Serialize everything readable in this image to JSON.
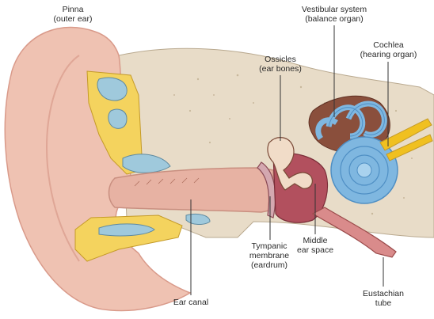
{
  "labels": {
    "pinna": {
      "line1": "Pinna",
      "line2": "(outer ear)"
    },
    "vestibular": {
      "line1": "Vestibular system",
      "line2": "(balance organ)"
    },
    "cochlea": {
      "line1": "Cochlea",
      "line2": "(hearing organ)"
    },
    "ossicles": {
      "line1": "Ossicles",
      "line2": "(ear bones)"
    },
    "middle_ear": {
      "line1": "Middle",
      "line2": "ear space"
    },
    "tympanic": {
      "line1": "Tympanic",
      "line2": "membrane",
      "line3": "(eardrum)"
    },
    "ear_canal": {
      "line1": "Ear canal"
    },
    "eustachian": {
      "line1": "Eustachian",
      "line2": "tube"
    }
  },
  "colors": {
    "skin": "#efc2b2",
    "skin_dark": "#d99a8a",
    "bone": "#e8dcc8",
    "cartilage": "#f4d35e",
    "fluid": "#9fc9dc",
    "cochlea": "#7fb7e0",
    "cochlea_dark": "#4f8fc4",
    "vestibule_bg": "#8a4f3c",
    "middle_ear": "#b2505e",
    "nerve": "#f0c020",
    "leader": "#333333"
  }
}
